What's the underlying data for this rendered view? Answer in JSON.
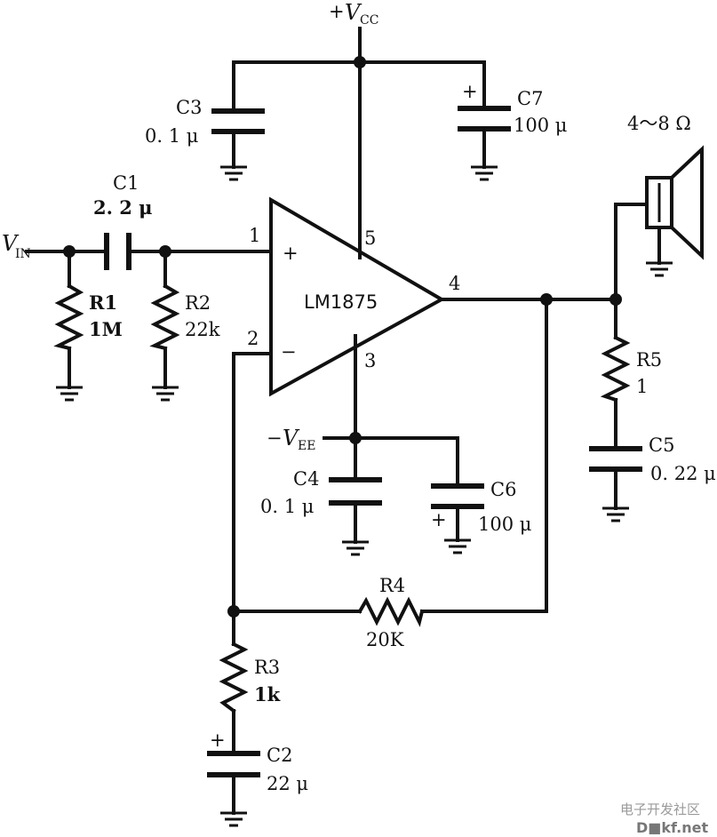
{
  "supply": {
    "vcc_sign": "+",
    "vcc_main": "V",
    "vcc_sub": "CC",
    "vee_sign": "−",
    "vee_main": "V",
    "vee_sub": "EE"
  },
  "input": {
    "main": "V",
    "sub": "IN"
  },
  "ic": {
    "name": "LM1875",
    "pin_noninv": "1",
    "pin_inv": "2",
    "pin_vee": "3",
    "pin_out": "4",
    "pin_vcc": "5",
    "plus_sign": "+",
    "minus_sign": "−"
  },
  "components": {
    "C1": {
      "label": "C1",
      "value": "2. 2 μ"
    },
    "C2": {
      "label": "C2",
      "value": "22 μ",
      "polarity": "+"
    },
    "C3": {
      "label": "C3",
      "value": "0. 1 μ"
    },
    "C4": {
      "label": "C4",
      "value": "0. 1 μ"
    },
    "C5": {
      "label": "C5",
      "value": "0. 22 μ"
    },
    "C6": {
      "label": "C6",
      "value": "100 μ",
      "polarity": "+"
    },
    "C7": {
      "label": "C7",
      "value": "100 μ",
      "polarity": "+"
    },
    "R1": {
      "label": "R1",
      "value": "1M"
    },
    "R2": {
      "label": "R2",
      "value": "22k"
    },
    "R3": {
      "label": "R3",
      "value": "1k"
    },
    "R4": {
      "label": "R4",
      "value": "20K"
    },
    "R5": {
      "label": "R5",
      "value": "1"
    }
  },
  "speaker": {
    "impedance": "4～8 Ω",
    "icon": "speaker-icon"
  },
  "watermark": {
    "line1": "电子开发社区",
    "line2": "D■kf.net"
  }
}
